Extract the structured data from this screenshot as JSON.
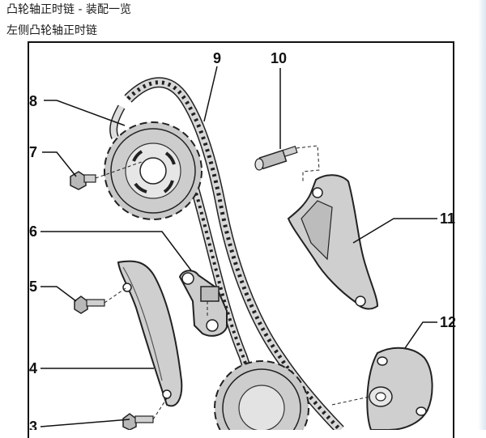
{
  "header": {
    "title": "凸轮轴正时链 - 装配一览",
    "subtitle": "左侧凸轮轴正时链"
  },
  "diagram": {
    "callouts": [
      {
        "key": "c3",
        "text": "3"
      },
      {
        "key": "c4",
        "text": "4"
      },
      {
        "key": "c5",
        "text": "5"
      },
      {
        "key": "c6",
        "text": "6"
      },
      {
        "key": "c7",
        "text": "7"
      },
      {
        "key": "c8",
        "text": "8"
      },
      {
        "key": "c9",
        "text": "9"
      },
      {
        "key": "c10",
        "text": "10"
      },
      {
        "key": "c11",
        "text": "11"
      },
      {
        "key": "c12",
        "text": "12"
      }
    ]
  },
  "colors": {
    "part_fill": "#c8c8c8",
    "part_stroke": "#222222",
    "leader": "#111111"
  }
}
